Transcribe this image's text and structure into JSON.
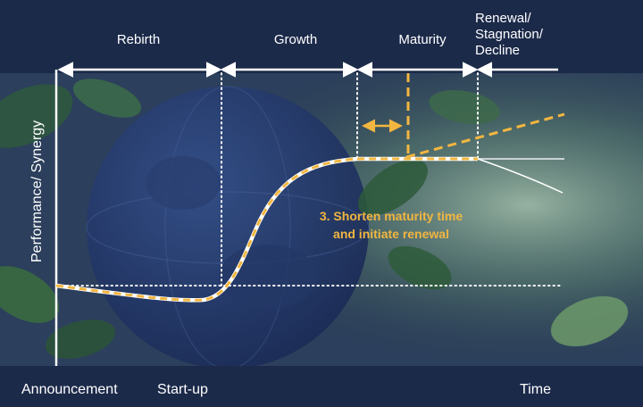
{
  "phases": {
    "rebirth": "Rebirth",
    "growth": "Growth",
    "maturity": "Maturity",
    "renewal_line1": "Renewal/",
    "renewal_line2": "Stagnation/",
    "renewal_line3": "Decline"
  },
  "axis": {
    "y_label": "Performance/ Synergy",
    "x_announcement": "Announcement",
    "x_startup": "Start-up",
    "x_time": "Time"
  },
  "annotation": {
    "line1": "3. Shorten maturity time",
    "line2": "and initiate renewal"
  },
  "colors": {
    "band": "#1c2a4a",
    "panel": "#26365a",
    "accent": "#f2b640",
    "line": "#ffffff"
  }
}
